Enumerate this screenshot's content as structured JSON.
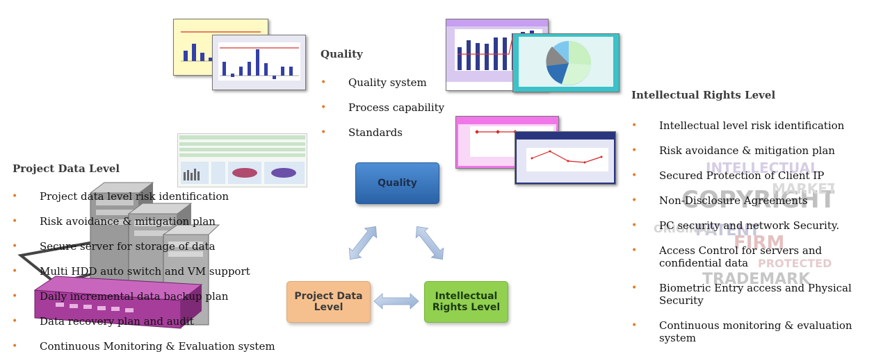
{
  "quality": {
    "heading": "Quality",
    "items": [
      "Quality  system",
      "Process capability",
      "Standards"
    ]
  },
  "project": {
    "heading": "Project Data Level",
    "items": [
      "Project data level risk identification",
      "Risk avoidance & mitigation plan",
      "Secure server for storage of data",
      "Multi HDD auto switch and VM support",
      "Daily incremental data backup plan",
      "Data recovery plan and audit",
      "Continuous Monitoring & Evaluation system"
    ]
  },
  "ip": {
    "heading": "Intellectual Rights Level",
    "items": [
      "Intellectual level risk identification",
      "Risk avoidance & mitigation plan",
      "Secured Protection of Client IP",
      "Non-Disclosure Agreements",
      "PC security and network Security.",
      "Access Control for servers and confidential data",
      "Biometric Entry access and Physical Security",
      "Continuous monitoring & evaluation system"
    ]
  },
  "diagram": {
    "quality_box": "Quality",
    "project_box": "Project Data Level",
    "ip_box": "Intellectual Rights Level"
  },
  "word_cloud": [
    "COPYRIGHT",
    "INTELLECTUAL",
    "FIRM",
    "TRADEMARK",
    "PATENT",
    "PROTECTED",
    "ORIGINAL",
    "MARKET"
  ],
  "colors": {
    "bullet": "#e07b2a",
    "quality_box": "#2f6fb3",
    "project_box": "#f6c08e",
    "ip_box": "#92d050"
  }
}
